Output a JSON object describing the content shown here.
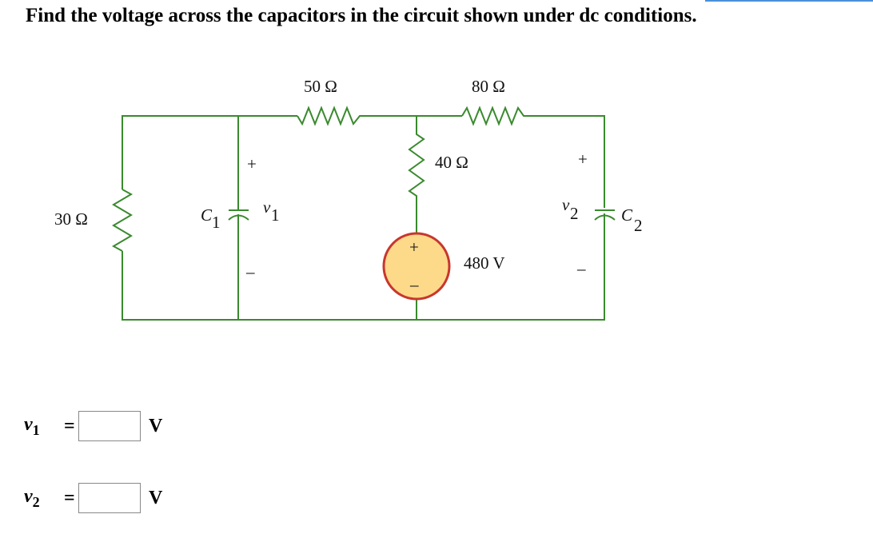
{
  "question": "Find the voltage across the capacitors in the circuit shown under dc conditions.",
  "circuit": {
    "r1": "50 Ω",
    "r2": "80 Ω",
    "r3": "30 Ω",
    "r4": "40 Ω",
    "source": "480 V",
    "source_plus": "+",
    "source_minus": "–",
    "c1": "C",
    "c1_sub": "1",
    "v1": "v",
    "v1_sub": "1",
    "c2": "C",
    "c2_sub": "2",
    "v2": "v",
    "v2_sub": "2",
    "plus": "+",
    "minus": "–",
    "colors": {
      "wire": "#3a8a2e",
      "source_fill": "#fdd98a",
      "source_stroke": "#c8372d"
    }
  },
  "answers": [
    {
      "var": "v",
      "sub": "1",
      "eq": "=",
      "value": "",
      "unit": "V"
    },
    {
      "var": "v",
      "sub": "2",
      "eq": "=",
      "value": "",
      "unit": "V"
    }
  ]
}
